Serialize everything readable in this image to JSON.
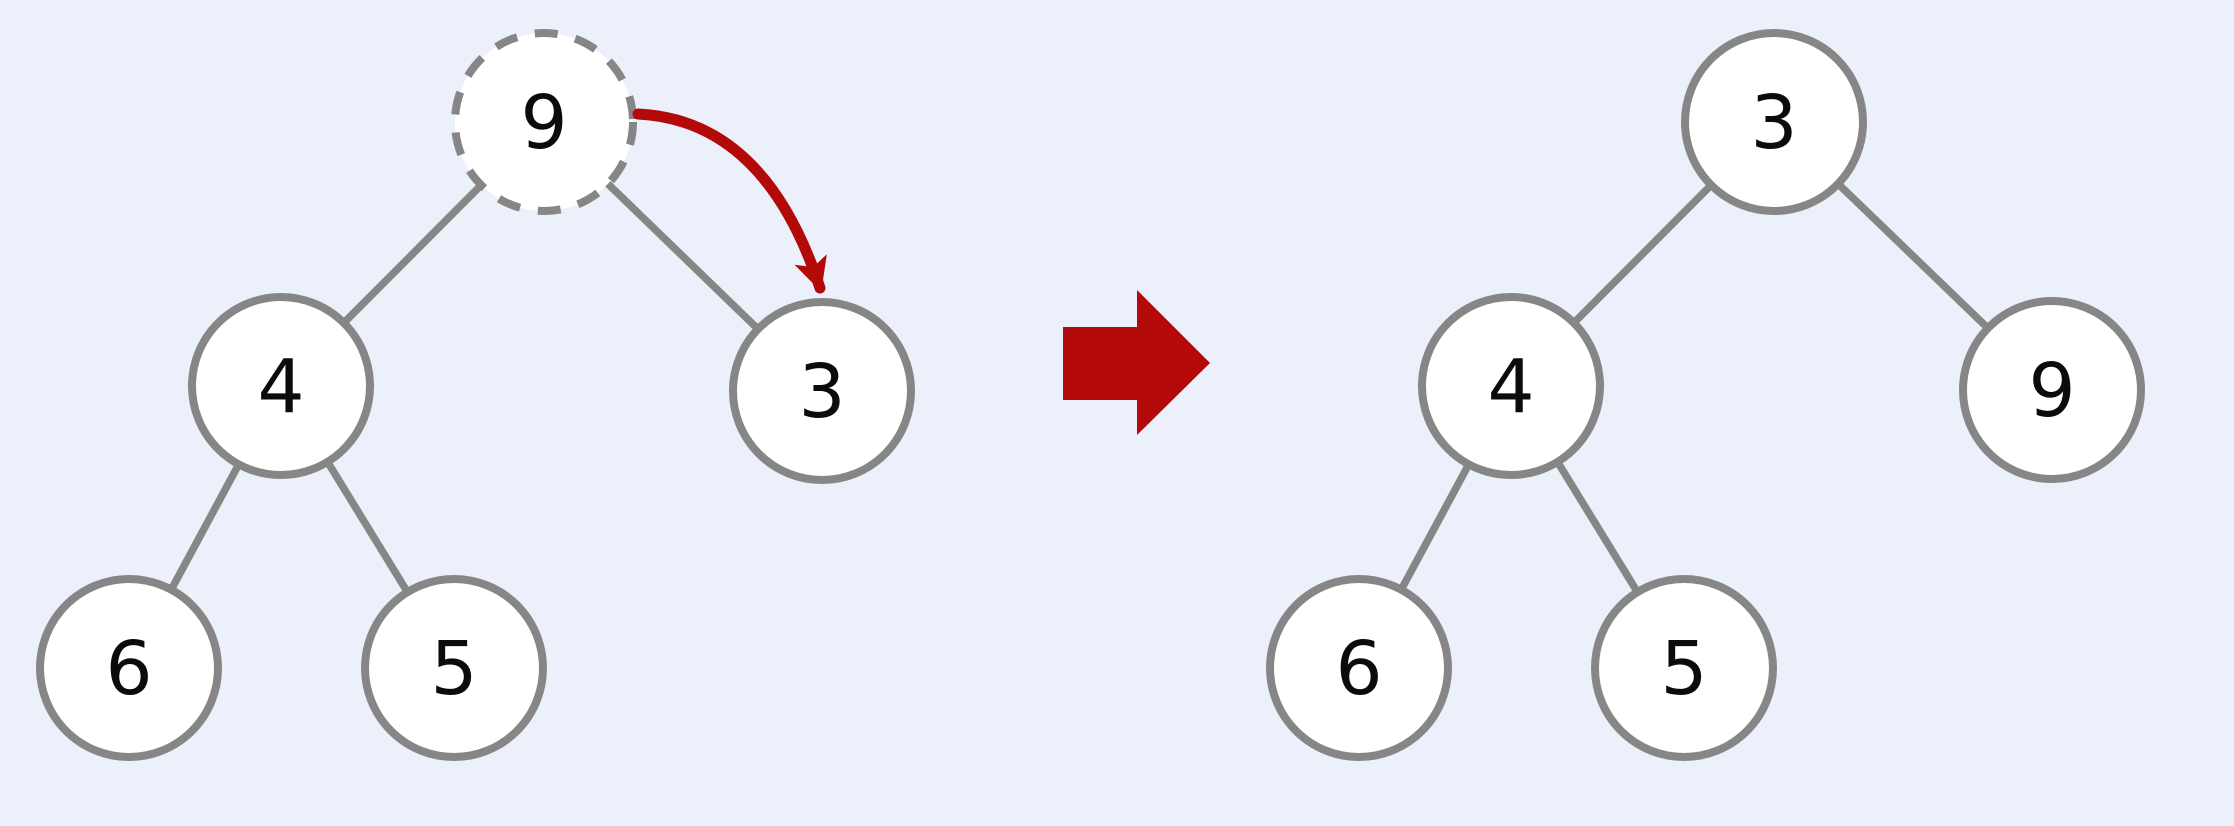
{
  "diagram": {
    "type": "binary-tree-swap",
    "description": "Swap of root node 9 with its right child 3 (heapify step), shown before and after",
    "swap": {
      "from": "9",
      "to": "3"
    }
  },
  "colors": {
    "background": "#ECF0FB",
    "node_fill": "#FFFFFF",
    "node_stroke": "#868686",
    "edge": "#868686",
    "label": "#0B0B0B",
    "accent_red": "#B40909"
  },
  "before_tree": {
    "name": "before-swap",
    "root": {
      "value": "9",
      "style": "dashed"
    },
    "left_child": {
      "value": "4"
    },
    "right_child": {
      "value": "3"
    },
    "left_grandchildren": [
      {
        "value": "6"
      },
      {
        "value": "5"
      }
    ],
    "edges": [
      [
        "9",
        "4"
      ],
      [
        "9",
        "3"
      ],
      [
        "4",
        "6"
      ],
      [
        "4",
        "5"
      ]
    ]
  },
  "after_tree": {
    "name": "after-swap",
    "root": {
      "value": "3"
    },
    "left_child": {
      "value": "4"
    },
    "right_child": {
      "value": "9"
    },
    "left_grandchildren": [
      {
        "value": "6"
      },
      {
        "value": "5"
      }
    ],
    "edges": [
      [
        "3",
        "4"
      ],
      [
        "3",
        "9"
      ],
      [
        "4",
        "6"
      ],
      [
        "4",
        "5"
      ]
    ]
  }
}
